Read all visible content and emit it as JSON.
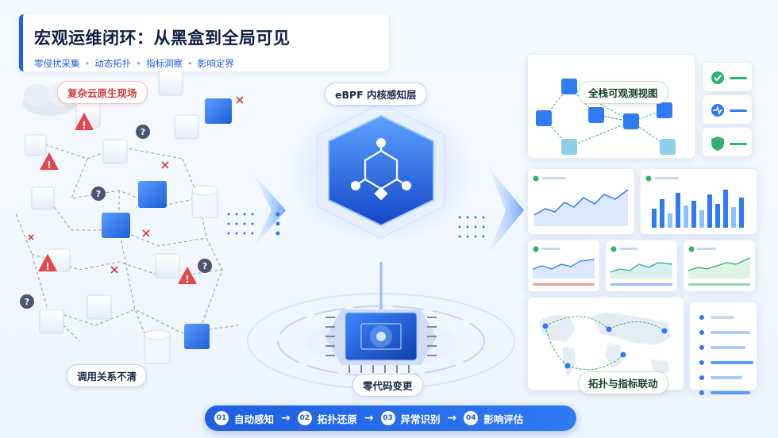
{
  "header": {
    "title": "宏观运维闭环：从黑盒到全局可见",
    "subtitle_items": [
      "零侵扰采集",
      "动态拓扑",
      "指标洞察",
      "影响定界"
    ],
    "separator": "•"
  },
  "left": {
    "top_label": "复杂云原生现场",
    "bottom_label": "调用关系不清"
  },
  "center": {
    "top_label": "eBPF 内核感知层",
    "bottom_label": "零代码变更"
  },
  "right": {
    "topology_label": "全栈可观测视图",
    "map_label": "拓扑与指标联动"
  },
  "flow": {
    "steps": [
      {
        "num": "01",
        "label": "自动感知"
      },
      {
        "num": "02",
        "label": "拓扑还原"
      },
      {
        "num": "03",
        "label": "异常识别"
      },
      {
        "num": "04",
        "label": "影响评估"
      }
    ],
    "arrow": "→"
  },
  "colors": {
    "primary": "#1f5fe0",
    "alert": "#d03a3a",
    "ok": "#2fb26a",
    "accent_light": "#8fc0ff"
  },
  "icons": [
    "cloud-icon",
    "warning-icon",
    "question-icon",
    "error-x-icon",
    "container-icon",
    "database-icon",
    "cube-icon",
    "hexagon-network-icon",
    "chip-icon",
    "check-icon",
    "pulse-icon",
    "shield-icon"
  ]
}
